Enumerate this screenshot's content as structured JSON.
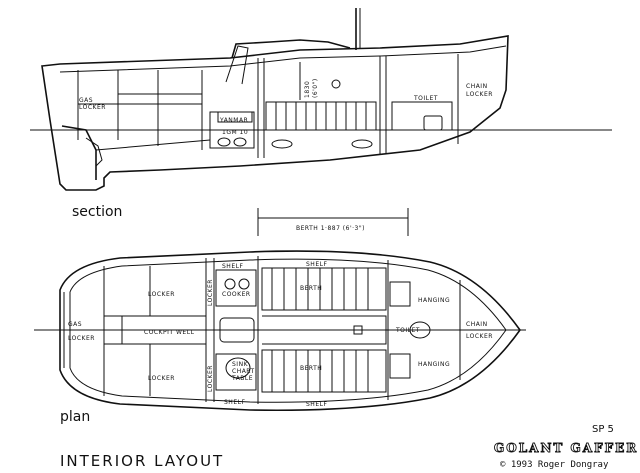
{
  "section": {
    "view_label": "section",
    "gas_locker": [
      "GAS",
      "LOCKER"
    ],
    "yanmar": "YANMAR",
    "engine": "1GM 10",
    "headroom": [
      "1830",
      "(6'0\")"
    ],
    "toilet": "TOILET",
    "chain_locker": [
      "CHAIN",
      "LOCKER"
    ]
  },
  "dimension": {
    "berth": "BERTH 1·887 (6'·3\")"
  },
  "plan": {
    "view_label": "plan",
    "gas_locker": [
      "GAS",
      "LOCKER"
    ],
    "locker_top": "LOCKER",
    "locker_bottom": "LOCKER",
    "cockpit_well": "COCKPIT WELL",
    "locker_side_top": "LOCKER",
    "locker_side_bottom": "LOCKER",
    "shelf_tl": "SHELF",
    "shelf_tr": "SHELF",
    "shelf_bl": "SHELF",
    "shelf_br": "SHELF",
    "cooker": "COOKER",
    "sink": [
      "SINK",
      "CHART",
      "TABLE"
    ],
    "berth_top": "BERTH",
    "berth_bottom": "BERTH",
    "hanging_top": "HANGING",
    "hanging_bottom": "HANGING",
    "toilet": "TOILET",
    "chain_locker": [
      "CHAIN",
      "LOCKER"
    ]
  },
  "footer": {
    "layout_title": "INTERIOR   LAYOUT",
    "sheet": "SP 5",
    "boat_name": "GOLANT GAFFER",
    "copyright": "© 1993 Roger Dongray"
  }
}
